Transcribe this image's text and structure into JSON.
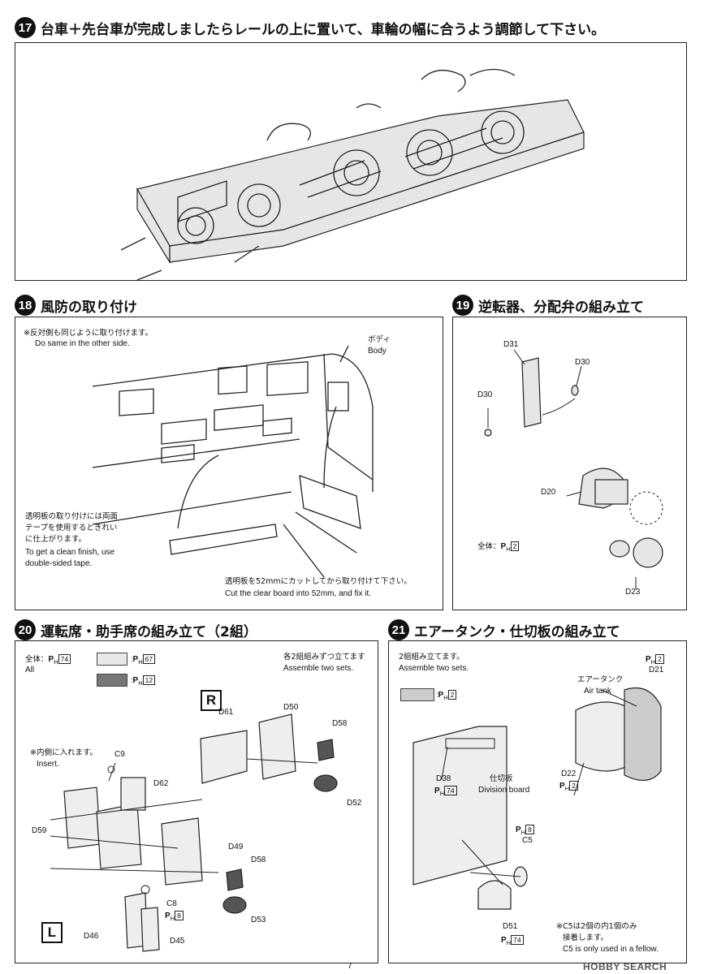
{
  "step17": {
    "num": "17",
    "title": "台車＋先台車が完成しましたらレールの上に置いて、車輪の幅に合うよう調節して下さい。"
  },
  "step18": {
    "num": "18",
    "title": "風防の取り付け",
    "note_jp": "※反対側も同じように取り付けます。",
    "note_en": "Do same in the other side.",
    "body_jp": "ボディ",
    "body_en": "Body",
    "tape_jp1": "透明板の取り付けには両面",
    "tape_jp2": "テープを使用するときれい",
    "tape_jp3": "に仕上がります。",
    "tape_en1": "To get a clean finish, use",
    "tape_en2": "double-sided tape.",
    "cut_jp": "透明板を52mmにカットしてから取り付けて下さい。",
    "cut_en": "Cut the clear board into 52mm, and fix it."
  },
  "step19": {
    "num": "19",
    "title": "逆転器、分配弁の組み立て",
    "parts": {
      "d31": "D31",
      "d30a": "D30",
      "d30b": "D30",
      "d20": "D20",
      "d23": "D23"
    },
    "whole_label": "全体：",
    "whole_code": "2"
  },
  "step20": {
    "num": "20",
    "title": "運転席・助手席の組み立て（2組）",
    "whole_jp": "全体：",
    "whole_code": "74",
    "all_en": "All",
    "swatch1_code": "67",
    "swatch2_code": "12",
    "sets_jp": "各2組組みずつ立てます",
    "sets_en": "Assemble two sets.",
    "r_letter": "R",
    "l_letter": "L",
    "insert_jp": "※内側に入れます。",
    "insert_en": "Insert.",
    "parts": {
      "d61": "D61",
      "d50": "D50",
      "d58a": "D58",
      "d52": "D52",
      "c9": "C9",
      "d62": "D62",
      "d59": "D59",
      "d49": "D49",
      "d58b": "D58",
      "d53": "D53",
      "c8": "C8",
      "c8_code": "8",
      "d46": "D46",
      "d45": "D45"
    }
  },
  "step21": {
    "num": "21",
    "title": "エアータンク・仕切板の組み立て",
    "sets_jp": "2組組み立てます。",
    "sets_en": "Assemble two sets.",
    "swatch_code": "2",
    "d21_code": "2",
    "d21": "D21",
    "tank_jp": "エアータンク",
    "tank_en": "Air tank",
    "d22": "D22",
    "d22_code": "2",
    "d38": "D38",
    "d38_code": "74",
    "div_jp": "仕切板",
    "div_en": "Division board",
    "c5": "C5",
    "c5_code": "8",
    "d51": "D51",
    "d51_code": "74",
    "c5note_jp1": "※C5は2個の内1個のみ",
    "c5note_jp2": "接着します。",
    "c5note_en": "C5 is only used in a fellow."
  },
  "footer": {
    "page": "7",
    "logo": "HOBBY SEARCH"
  }
}
